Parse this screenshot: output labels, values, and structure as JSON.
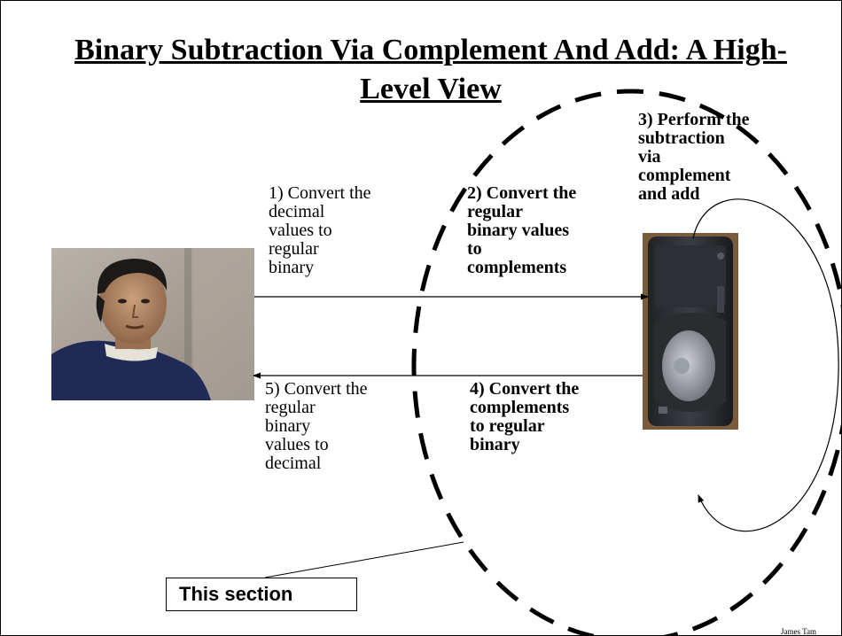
{
  "title": "Binary Subtraction Via Complement And Add: A High-Level View",
  "steps": {
    "step1": "1) Convert the\n   decimal\n   values to\n   regular\n   binary",
    "step2": "2) Convert the\n   regular\n   binary values\n   to\n   complements",
    "step3": "3) Perform the\n   subtraction\n   via\n   complement\n   and add",
    "step4": "4) Convert the\n   complements\n   to regular\n   binary",
    "step5": "5) Convert the\n   regular\n   binary\n   values to\n   decimal"
  },
  "callout": "This section",
  "author": "James Tam",
  "images": {
    "person": "person-photo",
    "computer": "computer-tower"
  }
}
